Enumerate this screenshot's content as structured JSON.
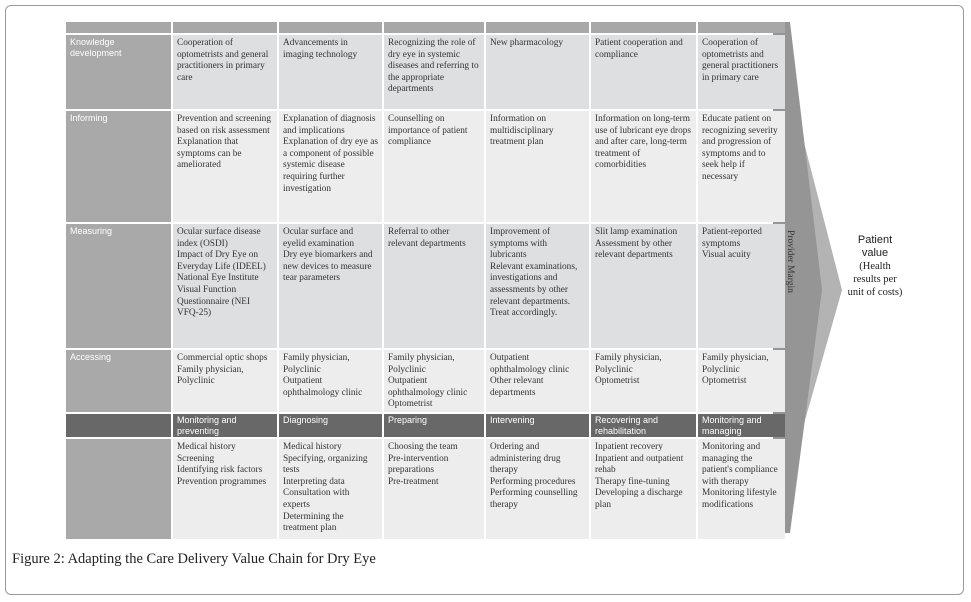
{
  "title": "Figure 2: Adapting the Care Delivery Value Chain for Dry Eye",
  "caption_label": "Figure 2:",
  "caption_text": " Adapting the Care Delivery Value Chain for Dry Eye",
  "provider_margin": "Provider Margin",
  "patient_value": {
    "title_line1": "Patient",
    "title_line2": "value",
    "sub1": "(Health",
    "sub2": "results per",
    "sub3": "unit of costs)"
  },
  "rows": [
    {
      "label": "Knowledge development",
      "tone": "dark",
      "cells": [
        [
          "Cooperation of optometrists and general practitioners in primary care"
        ],
        [
          "Advancements in imaging technology"
        ],
        [
          "Recognizing the role of dry eye in systemic diseases and referring to the appropriate departments"
        ],
        [
          "New pharmacology"
        ],
        [
          "Patient cooperation and compliance"
        ],
        [
          "Cooperation of optometrists and general practitioners in primary care"
        ]
      ]
    },
    {
      "label": "Informing",
      "tone": "light",
      "cells": [
        [
          "Prevention and screening based on risk assessment",
          "Explanation that symptoms can be ameliorated"
        ],
        [
          "Explanation of diagnosis and implications",
          "Explanation of dry eye as a component of possible systemic disease requiring further investigation"
        ],
        [
          "Counselling on importance of patient compliance"
        ],
        [
          "Information on multidisciplinary treatment plan"
        ],
        [
          "Information on long-term use of lubricant eye drops and after care, long-term treatment of comorbidities"
        ],
        [
          "Educate patient on recognizing severity and progression of symptoms and to seek help if necessary"
        ]
      ]
    },
    {
      "label": "Measuring",
      "tone": "dark",
      "cells": [
        [
          "Ocular surface disease index (OSDI)",
          "Impact of Dry Eye on Everyday Life (IDEEL)",
          "National Eye Institute Visual Function Questionnaire (NEI VFQ-25)"
        ],
        [
          "Ocular surface and eyelid examination",
          "Dry eye biomarkers and new devices to measure tear parameters"
        ],
        [
          "Referral to other relevant departments"
        ],
        [
          "Improvement of symptoms with lubricants",
          "Relevant examinations, investigations and assessments by other relevant departments. Treat accordingly."
        ],
        [
          "Slit lamp examination",
          "Assessment by other relevant departments"
        ],
        [
          "Patient-reported symptoms",
          "Visual acuity"
        ]
      ]
    },
    {
      "label": "Accessing",
      "tone": "light",
      "cells": [
        [
          "Commercial optic shops",
          "Family physician, Polyclinic"
        ],
        [
          "Family physician, Polyclinic",
          "Outpatient ophthalmology clinic"
        ],
        [
          "Family physician, Polyclinic",
          "Outpatient ophthalmology clinic",
          "Optometrist"
        ],
        [
          "Outpatient ophthalmology clinic",
          "Other relevant departments"
        ],
        [
          "Family physician, Polyclinic",
          "Optometrist"
        ],
        [
          "Family physician, Polyclinic",
          "Optometrist"
        ]
      ]
    }
  ],
  "stages": [
    "Monitoring and preventing",
    "Diagnosing",
    "Preparing",
    "Intervening",
    "Recovering and rehabilitation",
    "Monitoring and managing"
  ],
  "activities": [
    [
      "Medical history",
      "Screening",
      "Identifying risk factors",
      "Prevention programmes"
    ],
    [
      "Medical history",
      "Specifying, organizing tests",
      "Interpreting data",
      "Consultation with experts",
      "Determining the treatment plan"
    ],
    [
      "Choosing the team",
      "Pre-intervention preparations",
      "Pre-treatment"
    ],
    [
      "Ordering and administering drug therapy",
      "Performing procedures",
      "Performing counselling therapy"
    ],
    [
      "Inpatient recovery",
      "Inpatient and outpatient rehab",
      "Therapy fine-tuning",
      "Developing a discharge plan"
    ],
    [
      "Monitoring and managing the patient's compliance with therapy",
      "Monitoring lifestyle modifications"
    ]
  ]
}
